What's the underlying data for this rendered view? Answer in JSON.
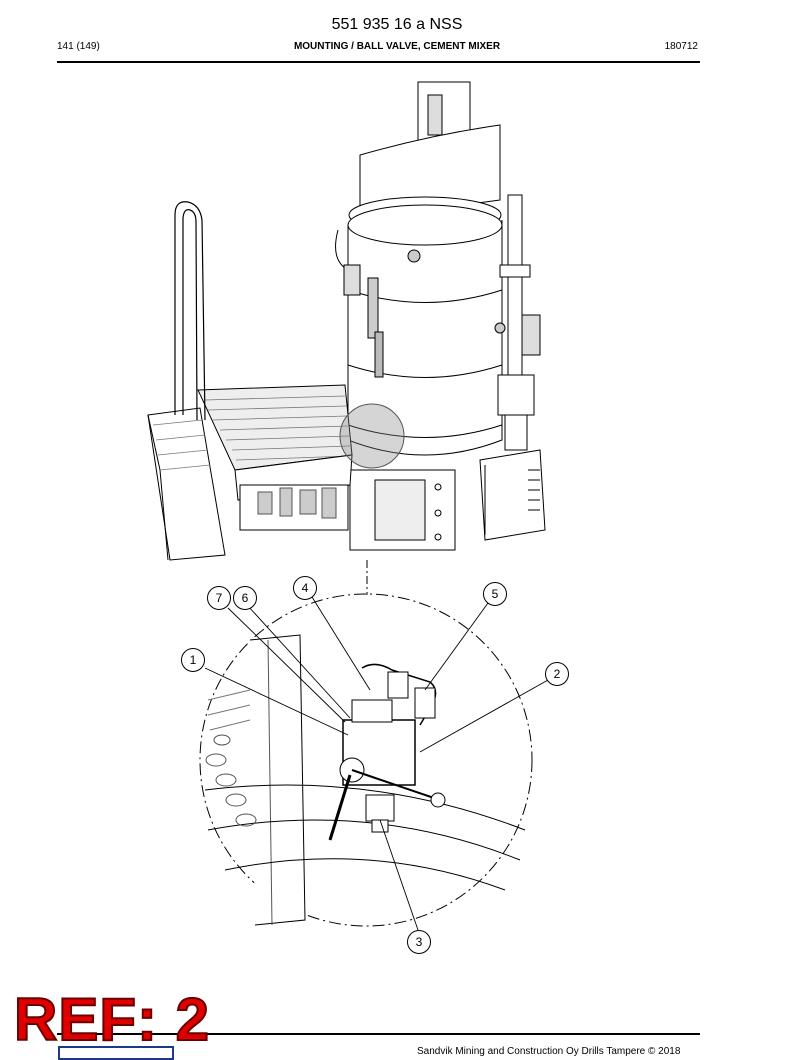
{
  "header": {
    "doc_number": "551 935 16 a NSS",
    "page": "141 (149)",
    "section_title": "MOUNTING / BALL VALVE, CEMENT MIXER",
    "date_code": "180712"
  },
  "callouts": [
    "1",
    "2",
    "3",
    "4",
    "5",
    "6",
    "7"
  ],
  "ref_stamp": "REF: 2",
  "footer": {
    "copyright": "Sandvik Mining and Construction Oy Drills Tampere © 2018"
  }
}
